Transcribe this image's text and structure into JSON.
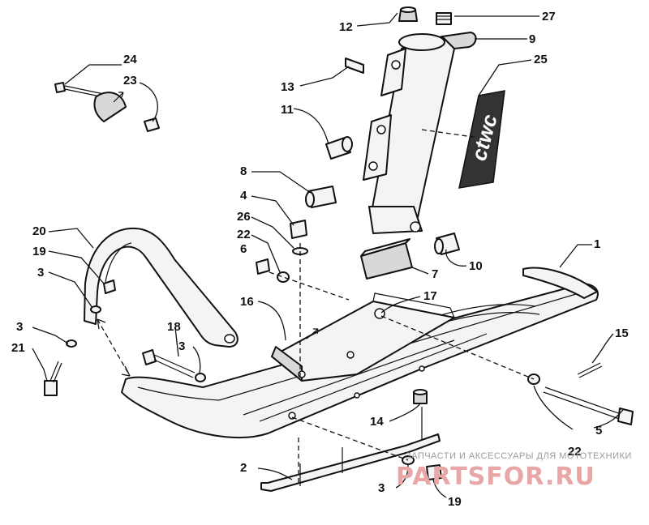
{
  "diagram": {
    "callouts": [
      {
        "id": "c12",
        "label": "12"
      },
      {
        "id": "c27",
        "label": "27"
      },
      {
        "id": "c9",
        "label": "9"
      },
      {
        "id": "c24",
        "label": "24"
      },
      {
        "id": "c23",
        "label": "23"
      },
      {
        "id": "c25",
        "label": "25"
      },
      {
        "id": "c13",
        "label": "13"
      },
      {
        "id": "c11",
        "label": "11"
      },
      {
        "id": "c8",
        "label": "8"
      },
      {
        "id": "c4",
        "label": "4"
      },
      {
        "id": "c26",
        "label": "26"
      },
      {
        "id": "c22a",
        "label": "22"
      },
      {
        "id": "c6",
        "label": "6"
      },
      {
        "id": "c20",
        "label": "20"
      },
      {
        "id": "c19a",
        "label": "19"
      },
      {
        "id": "c3a",
        "label": "3"
      },
      {
        "id": "c1",
        "label": "1"
      },
      {
        "id": "c7",
        "label": "7"
      },
      {
        "id": "c10",
        "label": "10"
      },
      {
        "id": "c16",
        "label": "16"
      },
      {
        "id": "c17",
        "label": "17"
      },
      {
        "id": "c3b",
        "label": "3"
      },
      {
        "id": "c21",
        "label": "21"
      },
      {
        "id": "c18",
        "label": "18"
      },
      {
        "id": "c3c",
        "label": "3"
      },
      {
        "id": "c15",
        "label": "15"
      },
      {
        "id": "c14",
        "label": "14"
      },
      {
        "id": "c5",
        "label": "5"
      },
      {
        "id": "c22b",
        "label": "22"
      },
      {
        "id": "c2",
        "label": "2"
      },
      {
        "id": "c3d",
        "label": "3"
      },
      {
        "id": "c19b",
        "label": "19"
      }
    ],
    "decal_text": "ctwc"
  },
  "watermark": {
    "tagline": "ЗАПЧАСТИ И АКСЕССУАРЫ ДЛЯ МОТОТЕХНИКИ",
    "brand": "PARTSFOR.RU"
  }
}
